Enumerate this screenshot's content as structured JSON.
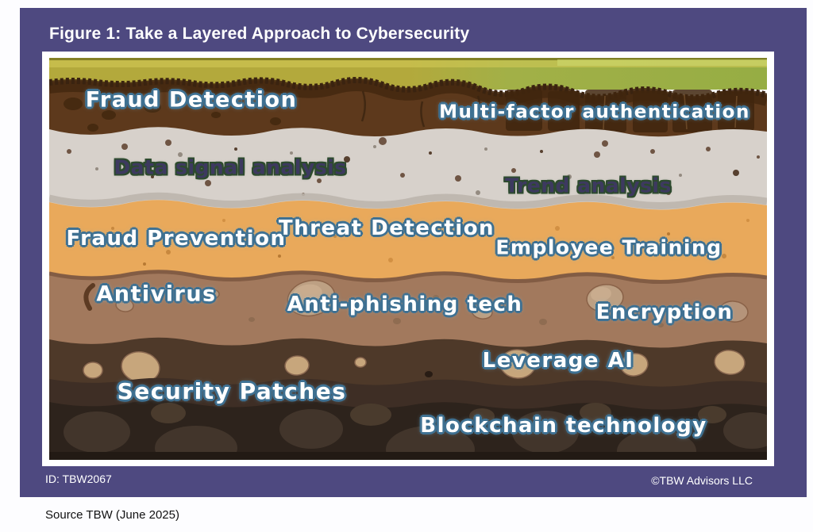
{
  "figure": {
    "title": "Figure 1: Take a Layered Approach to Cybersecurity",
    "id_label": "ID: TBW2067",
    "copyright": "©TBW Advisors LLC",
    "source": "Source TBW (June 2025)",
    "frame_color": "#4e4980",
    "title_color": "#ffffff"
  },
  "illustration": {
    "type": "layered-soil-cross-section",
    "layers": [
      {
        "name": "grass-surface",
        "color": "#b3a93c",
        "labels": []
      },
      {
        "name": "topsoil-dark-brown",
        "color": "#5d391c",
        "labels": [
          "Fraud Detection",
          "Multi-factor authentication"
        ]
      },
      {
        "name": "silt-light-gray",
        "color": "#d7d1cb",
        "labels": [
          "Data signal analysis",
          "Trend analysis"
        ]
      },
      {
        "name": "sand-orange",
        "color": "#e9a95b",
        "labels": [
          "Fraud Prevention",
          "Threat Detection",
          "Employee Training"
        ]
      },
      {
        "name": "clay-medium-brown",
        "color": "#a2795d",
        "labels": [
          "Antivirus",
          "Anti-phishing tech",
          "Encryption"
        ]
      },
      {
        "name": "subsoil-dark-brown",
        "color": "#4e3929",
        "labels": [
          "Leverage AI",
          "Security Patches"
        ]
      },
      {
        "name": "bedrock-darkest",
        "color": "#2d231c",
        "labels": [
          "Blockchain technology"
        ]
      }
    ]
  }
}
